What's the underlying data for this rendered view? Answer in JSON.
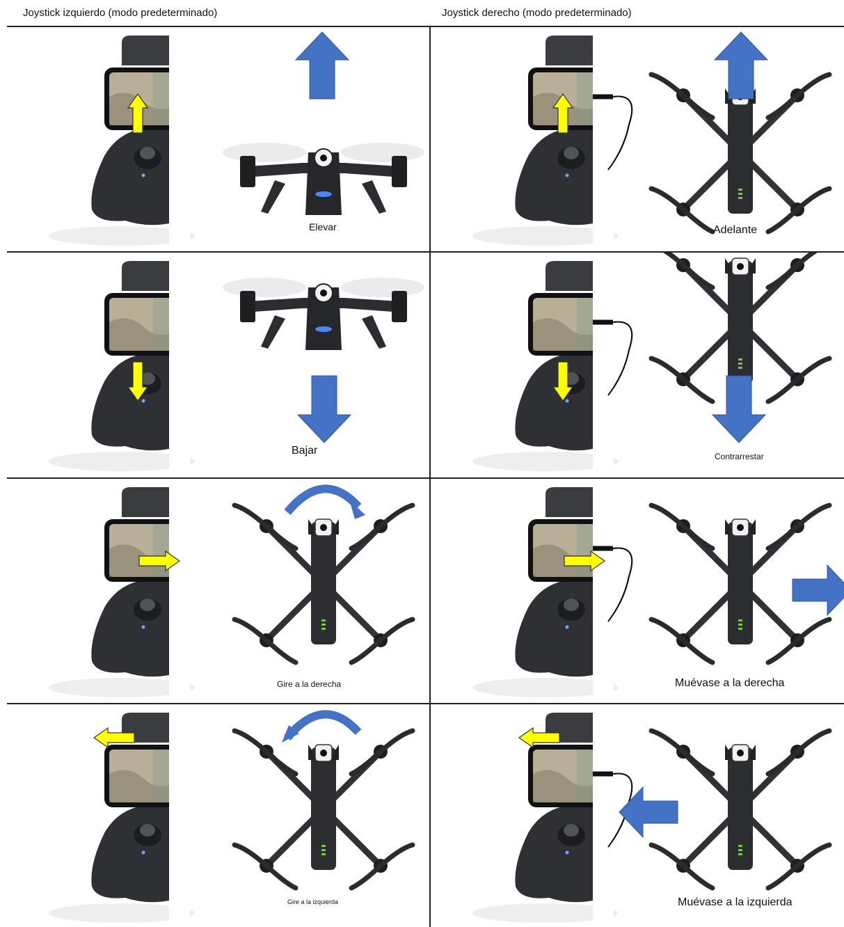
{
  "headers": {
    "left": "Joystick izquierdo (modo predeterminado)",
    "right": "Joystick derecho (modo predeterminado)"
  },
  "cells": [
    {
      "id": "left-up",
      "caption": "Elevar",
      "stick_arrow": "up",
      "drone_view": "front",
      "motion_arrow": "blue-up",
      "controller_style": "no-cable"
    },
    {
      "id": "right-up",
      "caption": "Adelante",
      "stick_arrow": "up",
      "drone_view": "top",
      "motion_arrow": "blue-up",
      "controller_style": "cable"
    },
    {
      "id": "left-down",
      "caption": "Bajar",
      "stick_arrow": "down",
      "drone_view": "front",
      "motion_arrow": "blue-down",
      "controller_style": "no-cable"
    },
    {
      "id": "right-down",
      "caption": "Contrarrestar",
      "stick_arrow": "down",
      "drone_view": "top",
      "motion_arrow": "blue-down",
      "controller_style": "cable"
    },
    {
      "id": "left-right",
      "caption": "Gire a la derecha",
      "stick_arrow": "right",
      "drone_view": "top",
      "motion_arrow": "curved-clockwise",
      "controller_style": "no-cable"
    },
    {
      "id": "right-right",
      "caption": "Muévase a la derecha",
      "stick_arrow": "right",
      "drone_view": "top",
      "motion_arrow": "blue-right",
      "controller_style": "cable"
    },
    {
      "id": "left-left",
      "caption": "Gire a la izquierda",
      "stick_arrow": "left",
      "drone_view": "top",
      "motion_arrow": "curved-counterclockwise",
      "controller_style": "no-cable"
    },
    {
      "id": "right-left",
      "caption": "Muévase a la izquierda",
      "stick_arrow": "left",
      "drone_view": "top",
      "motion_arrow": "blue-left",
      "controller_style": "cable"
    }
  ],
  "colors": {
    "blue_arrow": "#4472C4",
    "blue_arrow_edge": "#2F5597",
    "yellow_arrow": "#FFFF00",
    "controller_body": "#2e3033",
    "drone_body": "#2b2d30",
    "grid_line": "#222222"
  }
}
